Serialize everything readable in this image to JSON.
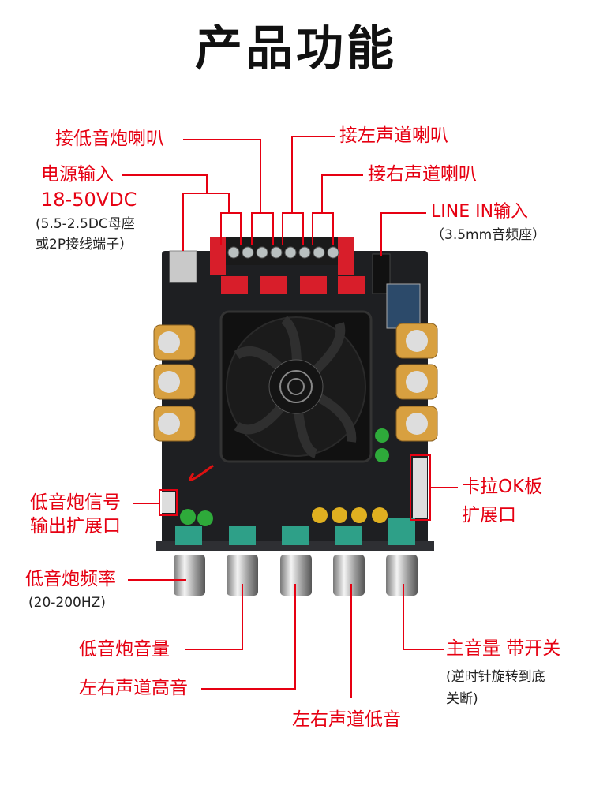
{
  "title": "产品功能",
  "colors": {
    "accent": "#e60012",
    "board": "#1e1f22",
    "heatsink": "#2a2b2e"
  },
  "callouts": {
    "sub_speaker": "接低音炮喇叭",
    "left_speaker": "接左声道喇叭",
    "right_speaker": "接右声道喇叭",
    "power_in": "电源输入",
    "power_voltage": "18-50VDC",
    "power_note_1": "(5.5-2.5DC母座",
    "power_note_2": "或2P接线端子）",
    "line_in": "LINE IN输入",
    "line_in_note": "（3.5mm音频座）",
    "sub_out_1": "低音炮信号",
    "sub_out_2": "输出扩展口",
    "karaoke_1": "卡拉OK板",
    "karaoke_2": "扩展口",
    "sub_freq": "低音炮频率",
    "sub_freq_range": "(20-200HZ)",
    "sub_volume": "低音炮音量",
    "treble": "左右声道高音",
    "bass": "左右声道低音",
    "master": "主音量 带开关",
    "master_note_1": "(逆时针旋转到底",
    "master_note_2": "关断)"
  }
}
